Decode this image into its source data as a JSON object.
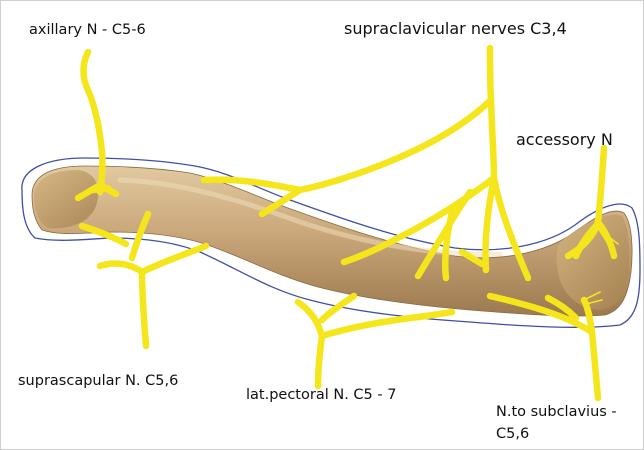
{
  "labels": {
    "axillary": "axillary N - C5-6",
    "supraclavicular": "supraclavicular nerves C3,4",
    "accessory": "accessory N",
    "suprascapular": "suprascapular N.  C5,6",
    "lat_pectoral": "lat.pectoral N. C5 - 7",
    "subclavius_line1": "N.to subclavius -",
    "subclavius_line2": "C5,6"
  },
  "colors": {
    "nerve": "#f5e61c",
    "outline": "#3f4fa3",
    "bone": "#c9a77a",
    "text": "#111111"
  }
}
